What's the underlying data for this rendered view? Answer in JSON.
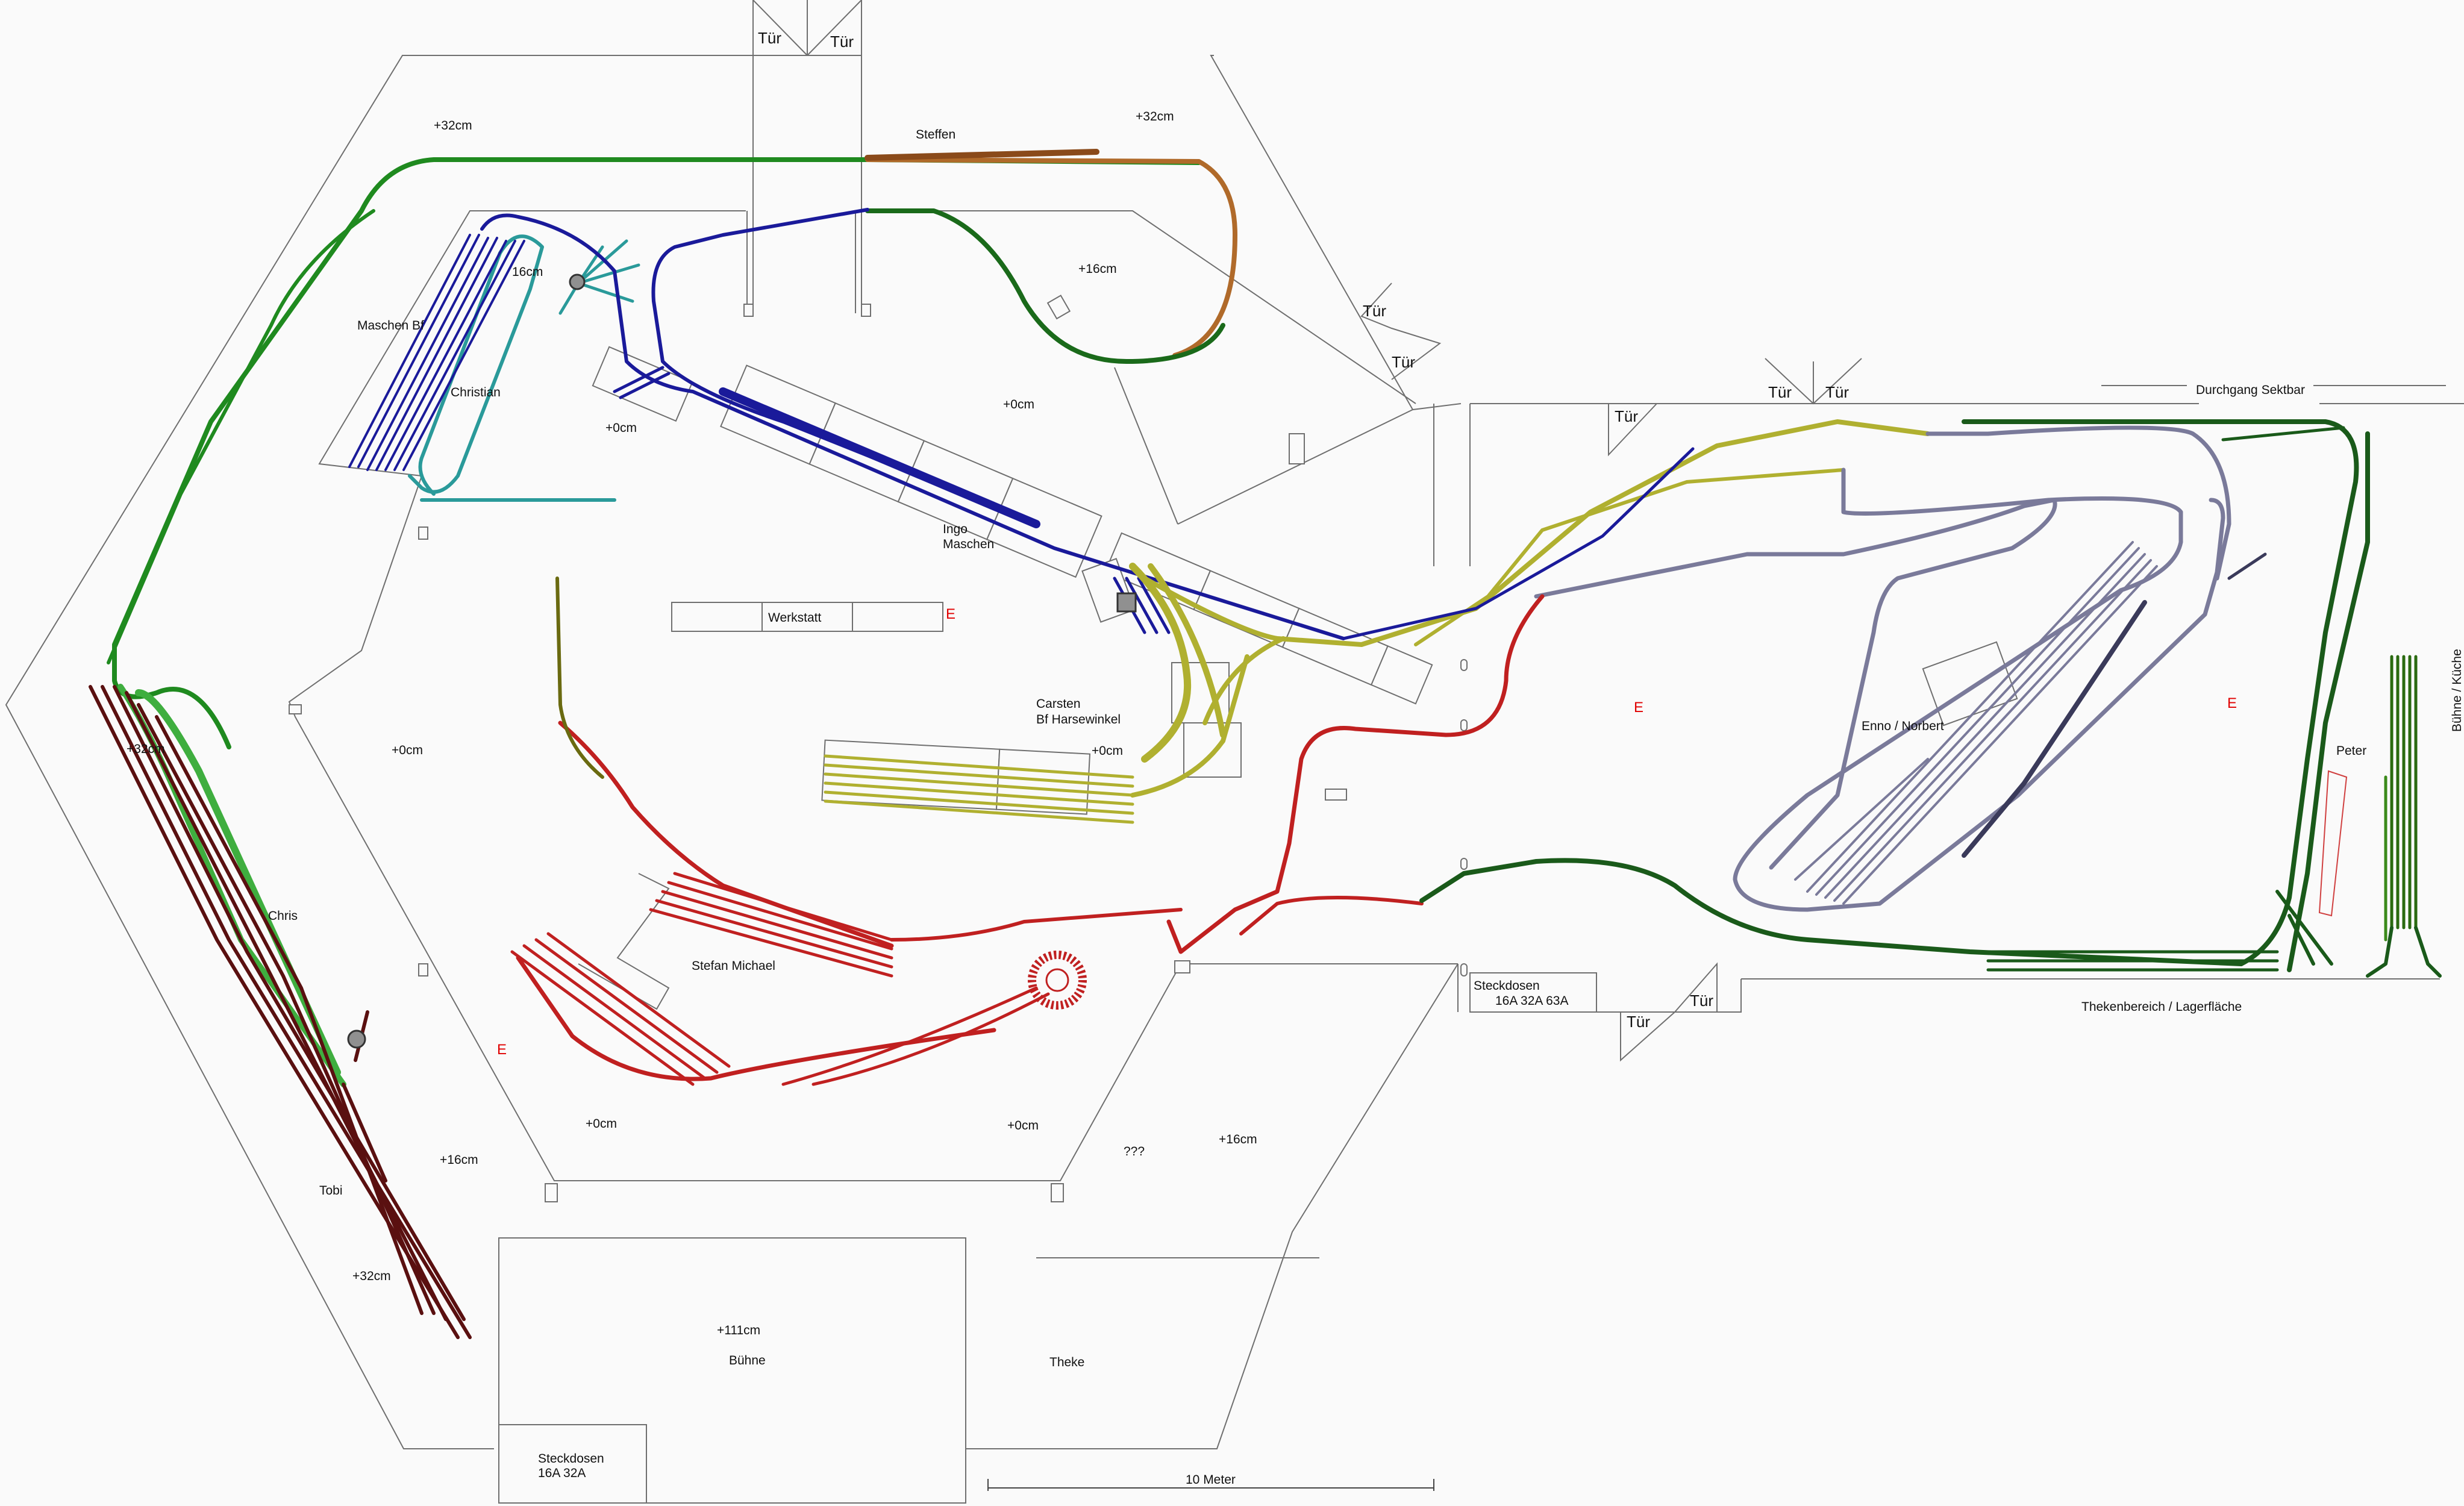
{
  "colors": {
    "background": "#fafafa",
    "walls": "#6f6f6f",
    "track_green": "#1f8a1f",
    "track_light_green": "#3fae3f",
    "track_brown": "#b06a2a",
    "track_blue": "#1a1a9a",
    "track_teal": "#2a9a9a",
    "track_yellow": "#b0b030",
    "track_red": "#c02020",
    "track_darkred": "#5a1010",
    "track_grey": "#7a7a9a",
    "track_darkgreen": "#1a5a1a",
    "marker_e": "#e00000"
  },
  "doors": {
    "label": "Tür"
  },
  "labels": {
    "top_left_height": "+32cm",
    "top_right_height": "+32cm",
    "steffen": "Steffen",
    "mid_top_height": "+16cm",
    "left_top_16": "16cm",
    "maschen": "Maschen Bf",
    "christian": "Christian",
    "center_zero_a": "+0cm",
    "center_zero_b": "+0cm",
    "ingo": "Ingo",
    "ingo_maschen": "Maschen",
    "werkstatt": "Werkstatt",
    "carsten": "Carsten",
    "harsewinkel": "Bf Harsewinkel",
    "carsten_zero": "+0cm",
    "left_32": "+32cm",
    "left_zero": "+0cm",
    "chris": "Chris",
    "stefan_michael": "Stefan Michael",
    "tobi": "Tobi",
    "tobi_16": "+16cm",
    "tobi_32": "+32cm",
    "bottom_zero_a": "+0cm",
    "bottom_zero_b": "+0cm",
    "unknown": "???",
    "bottom_16": "+16cm",
    "buehne_height": "+111cm",
    "buehne": "Bühne",
    "theke": "Theke",
    "steckdosen_bottom_1": "Steckdosen",
    "steckdosen_bottom_2": "16A 32A",
    "steckdosen_mid_1": "Steckdosen",
    "steckdosen_mid_2": "16A 32A 63A",
    "scale": "10 Meter",
    "durchgang": "Durchgang Sektbar",
    "enno": "Enno / Norbert",
    "peter": "Peter",
    "thekenbereich": "Thekenbereich / Lagerfläche",
    "buehne_kueche": "Bühne / Küche"
  },
  "markers": {
    "e": "E"
  }
}
